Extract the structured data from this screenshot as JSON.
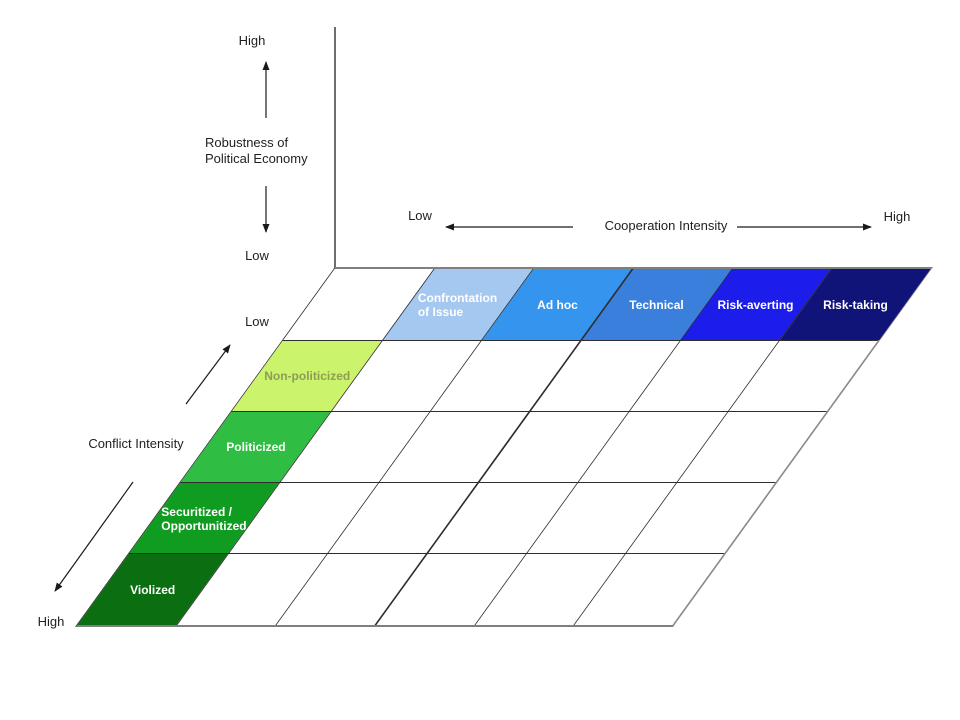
{
  "axes": {
    "vertical": {
      "high": "High",
      "label": "Robustness of\nPolitical Economy",
      "low": "Low"
    },
    "cooperation": {
      "low": "Low",
      "label": "Cooperation Intensity",
      "high": "High"
    },
    "conflict": {
      "low": "Low",
      "label": "Conflict Intensity",
      "high": "High"
    }
  },
  "colors": {
    "axis_line": "#4a4a4a",
    "arrow": "#1a1a1a",
    "grid_outer": "#7f7f7f",
    "grid_inner": "#2e2e2e",
    "confrontation": "#A5C8F0",
    "adhoc": "#3494EE",
    "technical": "#3B7FDC",
    "risk_averting": "#1D1DEB",
    "risk_taking": "#101378",
    "non_politicized": "#CBF36C",
    "non_politicized_text": "#8E9C55",
    "politicized": "#2FBE43",
    "securitized": "#109C20",
    "violized": "#0B6E10"
  },
  "grid": {
    "rows": 5,
    "cols": 6,
    "cells": [
      {
        "row": 0,
        "col": 1,
        "label": "Confrontation\nof Issue",
        "bg": "#A5C8F0",
        "fg": "#FFFFFF",
        "name": "cell-confrontation-of-issue"
      },
      {
        "row": 0,
        "col": 2,
        "label": "Ad hoc",
        "bg": "#3494EE",
        "fg": "#FFFFFF",
        "name": "cell-ad-hoc"
      },
      {
        "row": 0,
        "col": 3,
        "label": "Technical",
        "bg": "#3B7FDC",
        "fg": "#FFFFFF",
        "name": "cell-technical"
      },
      {
        "row": 0,
        "col": 4,
        "label": "Risk-averting",
        "bg": "#1D1DEB",
        "fg": "#FFFFFF",
        "name": "cell-risk-averting"
      },
      {
        "row": 0,
        "col": 5,
        "label": "Risk-taking",
        "bg": "#101378",
        "fg": "#FFFFFF",
        "name": "cell-risk-taking"
      },
      {
        "row": 1,
        "col": 0,
        "label": "Non-politicized",
        "bg": "#CBF36C",
        "fg": "#8E9C55",
        "name": "cell-non-politicized"
      },
      {
        "row": 2,
        "col": 0,
        "label": "Politicized",
        "bg": "#2FBE43",
        "fg": "#FFFFFF",
        "name": "cell-politicized"
      },
      {
        "row": 3,
        "col": 0,
        "label": "Securitized /\nOpportunitized",
        "bg": "#109C20",
        "fg": "#FFFFFF",
        "name": "cell-securitized-opportunitized"
      },
      {
        "row": 4,
        "col": 0,
        "label": "Violized",
        "bg": "#0B6E10",
        "fg": "#FFFFFF",
        "name": "cell-violized"
      }
    ]
  }
}
